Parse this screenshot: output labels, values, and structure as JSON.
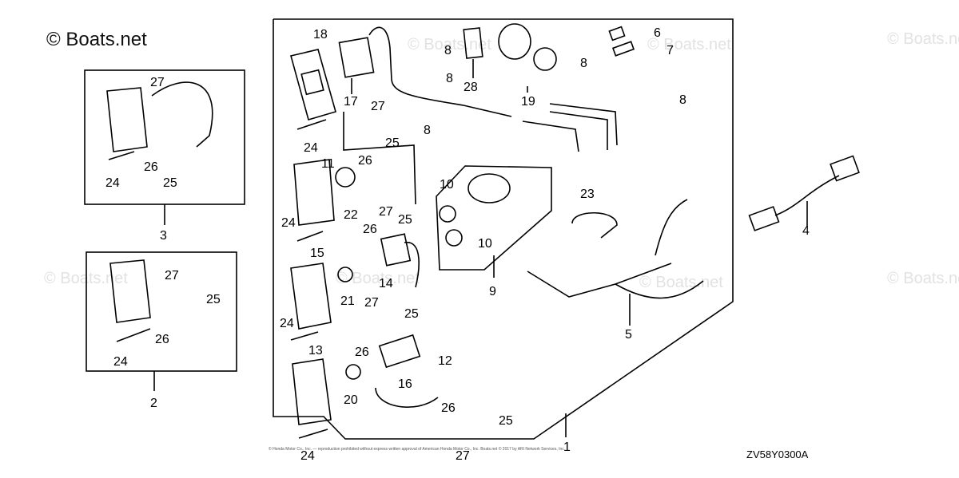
{
  "copyright": "© Boats.net",
  "watermark": "© Boats.net",
  "diagram_code": "ZV58Y0300A",
  "fine_print": "© Honda Motor Co., Inc. — reproduction prohibited without express written approval of American Honda Motor Co., Inc. Boats.net © 2017 by ARI Network Services, Inc.",
  "callouts": [
    "1",
    "2",
    "3",
    "4",
    "5",
    "6",
    "7",
    "8",
    "9",
    "10",
    "11",
    "12",
    "13",
    "14",
    "15",
    "16",
    "17",
    "18",
    "19",
    "20",
    "21",
    "22",
    "23",
    "24",
    "25",
    "26",
    "27",
    "28"
  ]
}
